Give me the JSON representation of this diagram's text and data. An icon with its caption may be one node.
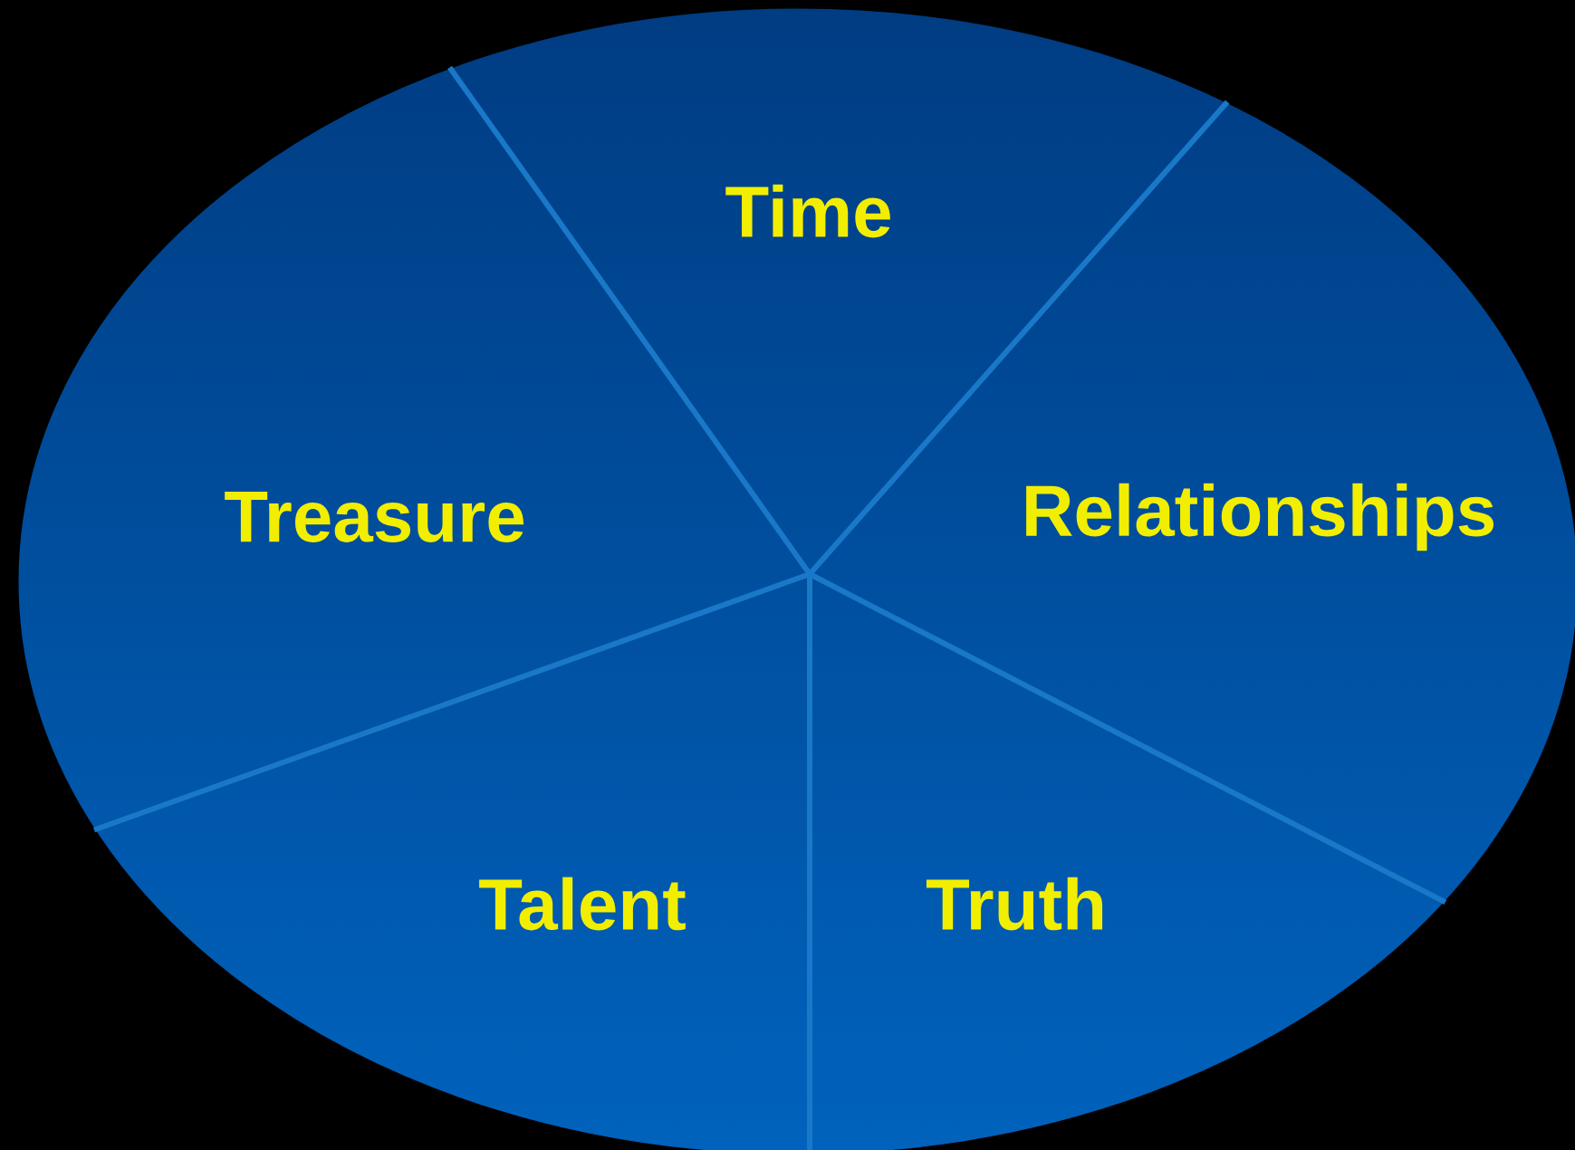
{
  "diagram": {
    "nodes": [
      {
        "text": [
          "Time"
        ]
      },
      {
        "text": [
          "Treasure"
        ]
      },
      {
        "text": [
          "Relationships"
        ]
      },
      {
        "text": [
          "Talent"
        ]
      },
      {
        "text": [
          "Truth"
        ]
      }
    ]
  }
}
